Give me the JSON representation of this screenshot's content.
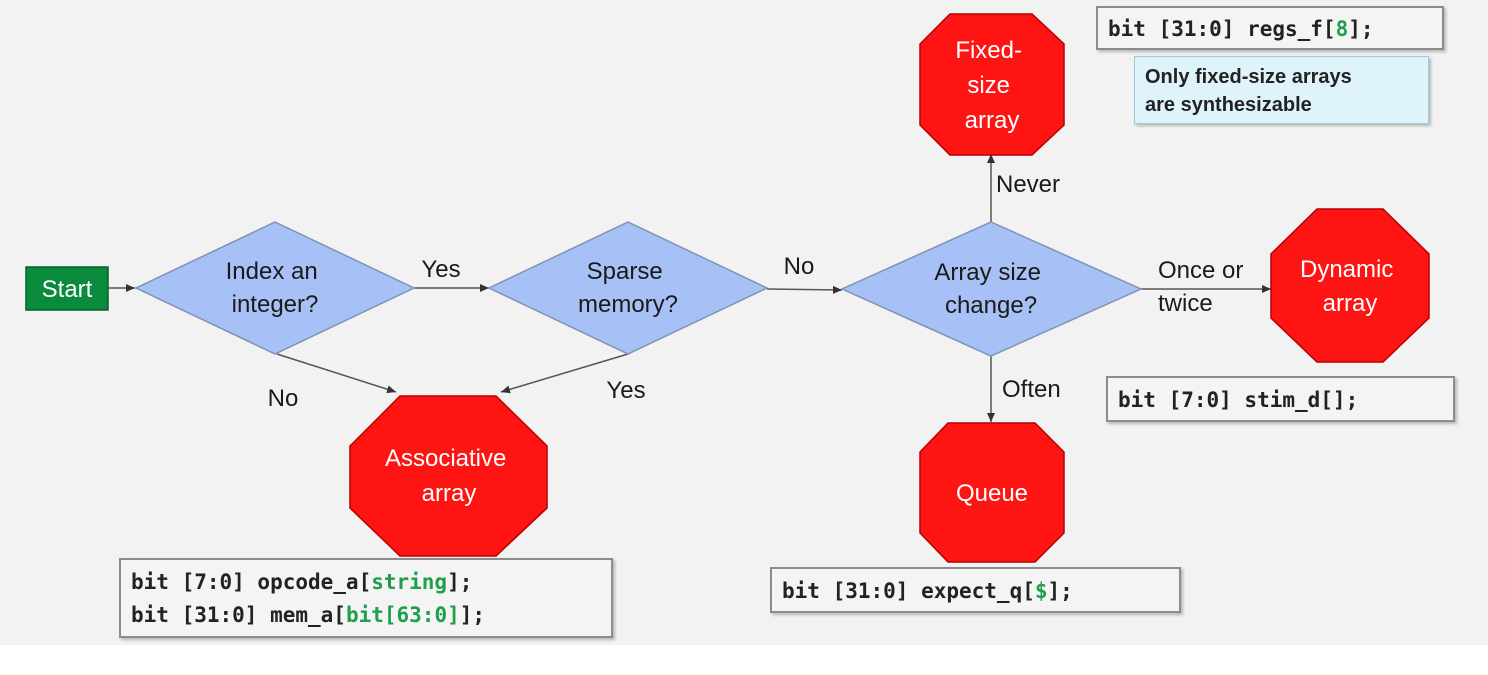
{
  "colors": {
    "start_fill": "#0a8a3c",
    "diamond_fill": "#a7c0f5",
    "stop_fill": "#ff1414",
    "stop_text": "#ffffff",
    "code_highlight": "#1f9e4c",
    "note_fill": "#dff3fb"
  },
  "nodes": {
    "start": "Start",
    "index_integer": [
      "Index an",
      "integer?"
    ],
    "sparse_memory": [
      "Sparse",
      "memory?"
    ],
    "size_change": [
      "Array size",
      "change?"
    ],
    "fixed_size": [
      "Fixed-",
      "size",
      "array"
    ],
    "dynamic": [
      "Dynamic",
      "array"
    ],
    "associative": [
      "Associative",
      "array"
    ],
    "queue": [
      "Queue"
    ]
  },
  "edges": {
    "yes_1": "Yes",
    "no_1": "No",
    "no_2": "No",
    "yes_2": "Yes",
    "never": "Never",
    "once_or_twice": [
      "Once or",
      "twice"
    ],
    "often": "Often"
  },
  "code": {
    "fixed": {
      "pre": "bit [31:0] regs_f[",
      "hl": "8",
      "post": "];"
    },
    "dynamic": {
      "text": "bit [7:0] stim_d[];"
    },
    "queue": {
      "pre": "bit [31:0] expect_q[",
      "hl": "$",
      "post": "];"
    },
    "assoc_1": {
      "pre": "bit [7:0] opcode_a[",
      "hl": "string",
      "post": "];"
    },
    "assoc_2": {
      "pre": "bit [31:0] mem_a[",
      "hl": "bit[63:0]",
      "post": "];"
    }
  },
  "note": [
    "Only fixed-size arrays",
    "are synthesizable"
  ]
}
